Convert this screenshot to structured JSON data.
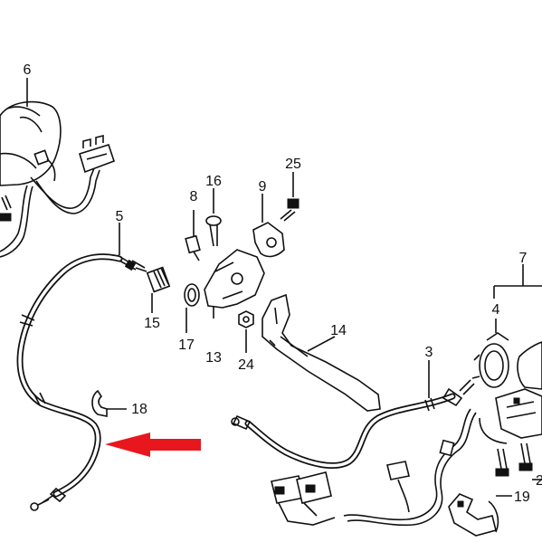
{
  "callouts": [
    {
      "id": "6",
      "text": "6"
    },
    {
      "id": "5",
      "text": "5"
    },
    {
      "id": "8",
      "text": "8"
    },
    {
      "id": "16",
      "text": "16"
    },
    {
      "id": "9",
      "text": "9"
    },
    {
      "id": "25",
      "text": "25"
    },
    {
      "id": "15",
      "text": "15"
    },
    {
      "id": "17",
      "text": "17"
    },
    {
      "id": "13",
      "text": "13"
    },
    {
      "id": "24",
      "text": "24"
    },
    {
      "id": "14",
      "text": "14"
    },
    {
      "id": "3",
      "text": "3"
    },
    {
      "id": "7",
      "text": "7"
    },
    {
      "id": "4",
      "text": "4"
    },
    {
      "id": "18",
      "text": "18"
    },
    {
      "id": "2",
      "text": "2"
    },
    {
      "id": "19",
      "text": "19"
    }
  ],
  "colors": {
    "line": "#111111",
    "background": "#ffffff",
    "highlight_arrow": "#e8171e"
  }
}
